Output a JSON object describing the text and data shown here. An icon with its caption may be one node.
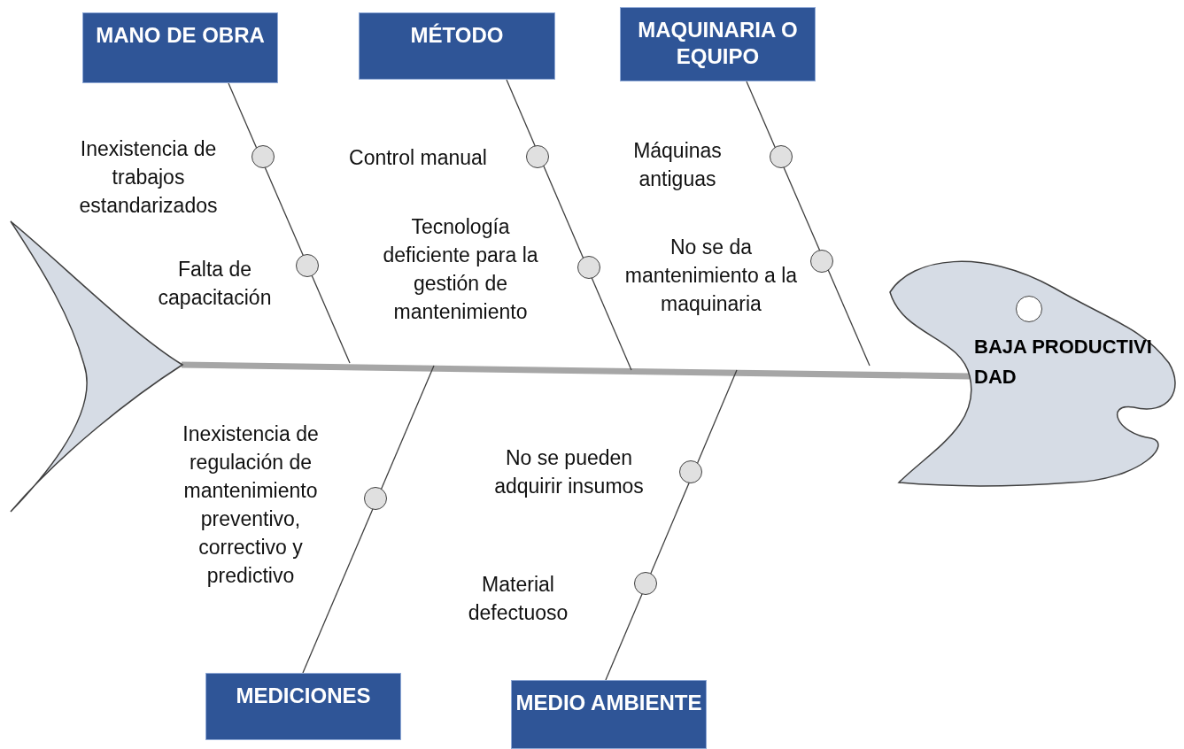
{
  "diagram": {
    "nodes": [
      {
        "text": [
          "MANO DE OBRA"
        ]
      },
      {
        "text": [
          "MÉTODO"
        ]
      },
      {
        "text": [
          "MAQUINARIA O EQUIPO"
        ]
      },
      {
        "text": [],
        "shape": "circle"
      },
      {
        "text": [],
        "shape": "circle",
        "beside": [
          "Control manual"
        ]
      },
      {
        "text": [],
        "shape": "circle",
        "beside": [
          "Máquinas antiguas"
        ]
      },
      {
        "text": [],
        "shape": "chevron"
      },
      {
        "text": [],
        "shape": "circle"
      },
      {
        "text": [],
        "shape": "circle",
        "beside": [
          "Tecnología deficiente para la gestión de mantenimiento"
        ]
      },
      {
        "text": [],
        "shape": "circle",
        "beside": [
          "No se da mantenimiento a la maquinaria"
        ]
      },
      {
        "text": [
          "BAJA PRODUCTIVIDAD"
        ]
      },
      {
        "text": [],
        "shape": "circle",
        "in": 10
      },
      {
        "text": [],
        "shape": "circle"
      },
      {
        "text": [],
        "shape": "circle",
        "beside": [
          "No se pueden adquirir insumos"
        ]
      },
      {
        "text": [],
        "shape": "circle",
        "beside": [
          "Material defectuoso"
        ]
      },
      {
        "text": [
          "MEDICIONES"
        ]
      },
      {
        "text": [
          "MEDIO AMBIENTE"
        ]
      }
    ],
    "edges": [
      {
        "from": 6,
        "to": 10,
        "arrow": "none",
        "style": "thick",
        "color": "#a6a6a6"
      },
      {
        "from": 0,
        "to": null,
        "arrow": "none"
      },
      {
        "from": 1,
        "to": null,
        "arrow": "none"
      },
      {
        "from": 2,
        "to": null,
        "arrow": "none"
      },
      {
        "from": 15,
        "to": null,
        "arrow": "none"
      },
      {
        "from": 16,
        "to": null,
        "arrow": "none"
      }
    ],
    "labels": [
      "Inexistencia de trabajos estandarizados",
      "Falta de capacitación",
      "Inexistencia de regulación de mantenimiento preventivo, correctivo y predictivo"
    ]
  }
}
